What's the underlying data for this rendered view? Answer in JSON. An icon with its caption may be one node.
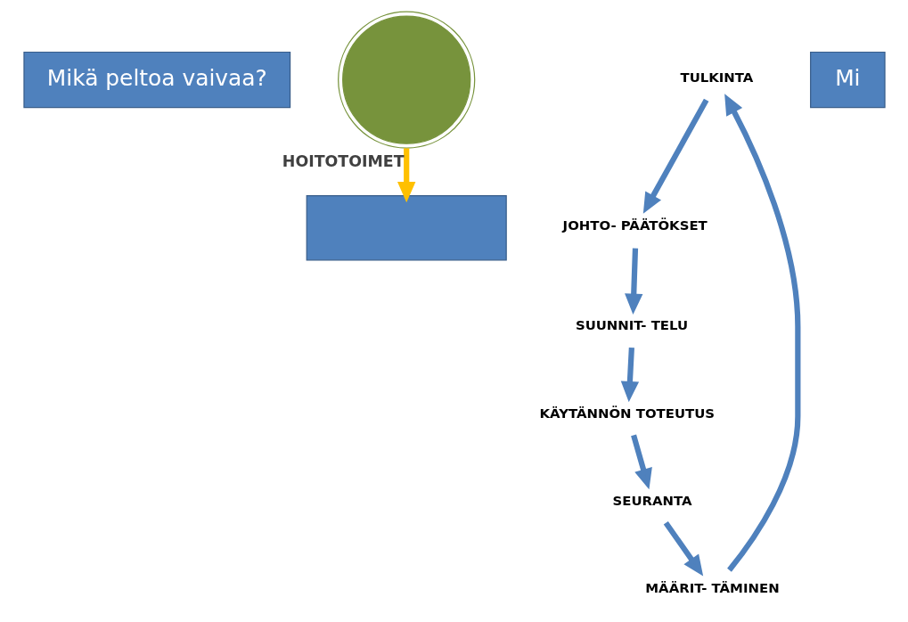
{
  "diagram": {
    "nodes": [
      {
        "text": [
          "Mikä peltoa vaivaa?"
        ]
      },
      {
        "text": [],
        "shape": "gear"
      },
      {
        "text": [
          "TULKINTA"
        ]
      },
      {
        "text": [
          "JOHTO- PÄÄTÖKSET"
        ]
      },
      {
        "text": [
          "SUUNNIT- TELU"
        ]
      },
      {
        "text": [
          "KÄYTÄNNÖN TOTEUTUS"
        ]
      },
      {
        "text": [
          "SEURANTA"
        ]
      },
      {
        "text": [
          "MÄÄRIT- TÄMINEN"
        ]
      },
      {
        "text": [],
        "shape": "box"
      },
      {
        "text": [
          "Mi"
        ]
      }
    ],
    "edges": [
      {
        "from": 7,
        "to": 2,
        "arrow": "to"
      },
      {
        "from": 2,
        "to": 3,
        "arrow": "to"
      },
      {
        "from": 3,
        "to": 4,
        "arrow": "to"
      },
      {
        "from": 4,
        "to": 5,
        "arrow": "to"
      },
      {
        "from": 5,
        "to": 6,
        "arrow": "to"
      },
      {
        "from": 6,
        "to": 7,
        "arrow": "to"
      },
      {
        "from": 1,
        "to": 8,
        "arrow": "to",
        "color": "#ffc000",
        "label": "HOITOTOIMET"
      }
    ]
  }
}
